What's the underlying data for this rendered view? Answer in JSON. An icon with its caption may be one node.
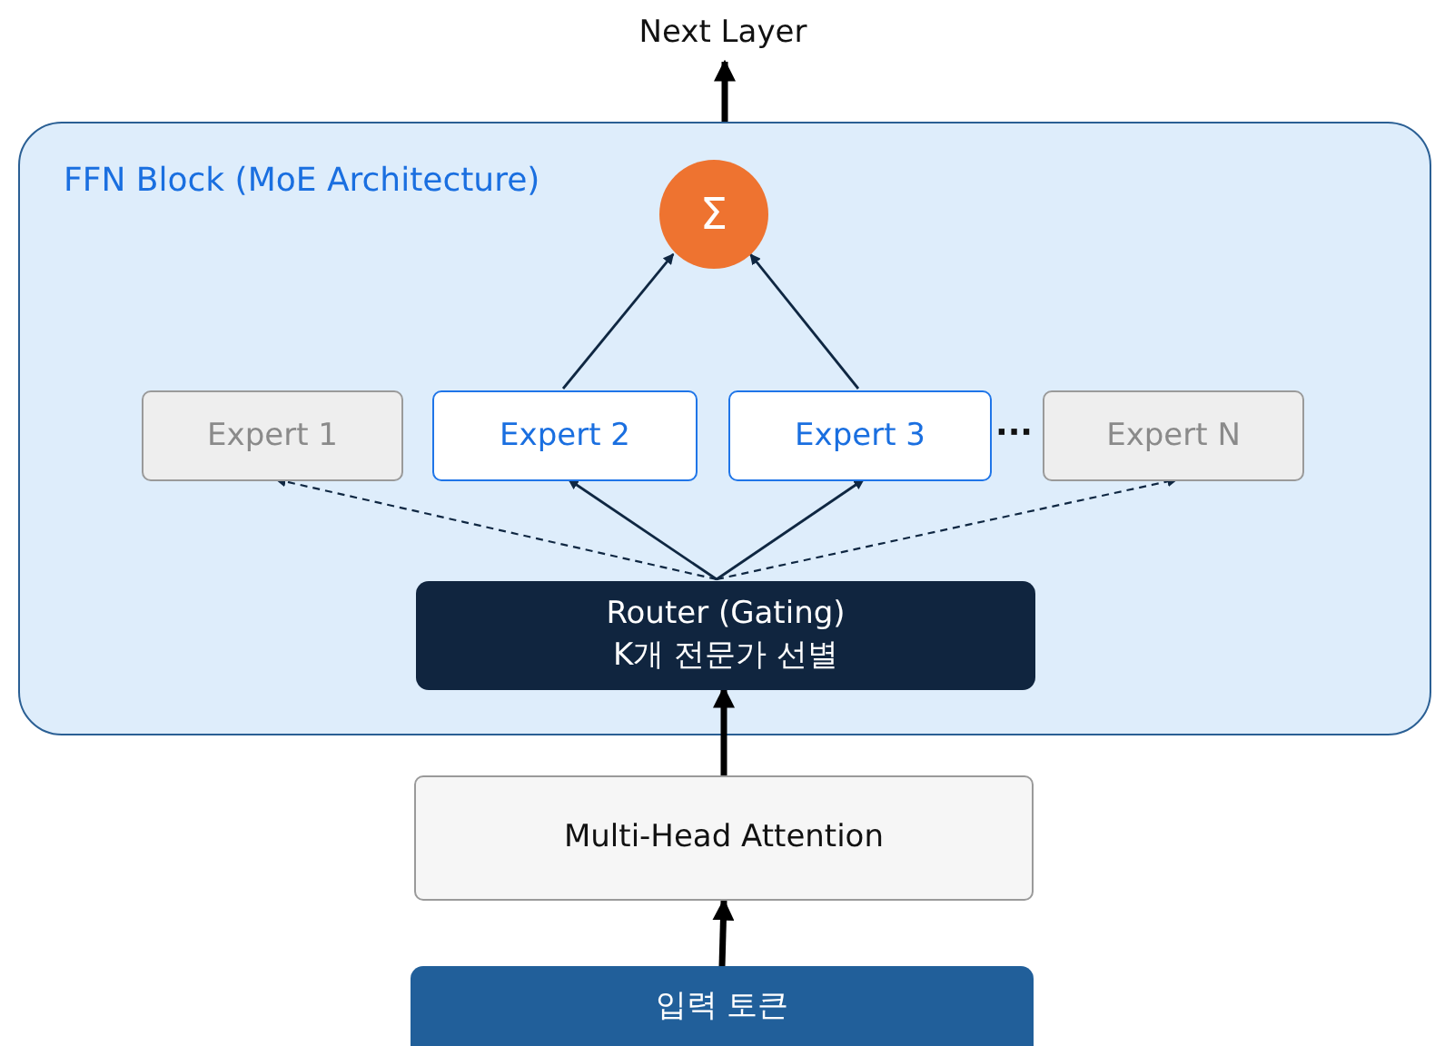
{
  "diagram": {
    "nodes": [
      {
        "text": [
          "FFN Block (MoE Architecture)"
        ]
      },
      {
        "text": [
          "Σ"
        ],
        "in": 0
      },
      {
        "text": [
          "Expert 1"
        ],
        "in": 0
      },
      {
        "text": [
          "Expert 2"
        ],
        "in": 0
      },
      {
        "text": [
          "Expert 3"
        ],
        "in": 0
      },
      {
        "text": [
          "Expert N"
        ],
        "in": 0
      },
      {
        "text": [
          "Router (Gating)",
          "K개 전문가 선별"
        ],
        "in": 0
      },
      {
        "text": [
          "Multi-Head Attention"
        ]
      },
      {
        "text": [
          "입력 토큰"
        ]
      },
      {
        "text": [
          "Next Layer"
        ]
      }
    ],
    "edges": [
      {
        "from": 0,
        "to": 9,
        "arrow": "to",
        "style": "thick",
        "color": "#000000"
      },
      {
        "from": 8,
        "to": 7,
        "arrow": "to",
        "style": "thick",
        "color": "#000000"
      },
      {
        "from": 7,
        "to": 6,
        "arrow": "to",
        "style": "thick",
        "color": "#000000"
      },
      {
        "from": 6,
        "to": 2,
        "arrow": "to",
        "style": "dashed"
      },
      {
        "from": 6,
        "to": 3,
        "arrow": "to"
      },
      {
        "from": 6,
        "to": 4,
        "arrow": "to"
      },
      {
        "from": 6,
        "to": 5,
        "arrow": "to",
        "style": "dashed"
      },
      {
        "from": 3,
        "to": 1,
        "arrow": "to"
      },
      {
        "from": 4,
        "to": 1,
        "arrow": "to"
      }
    ],
    "labels": [
      "···"
    ]
  }
}
